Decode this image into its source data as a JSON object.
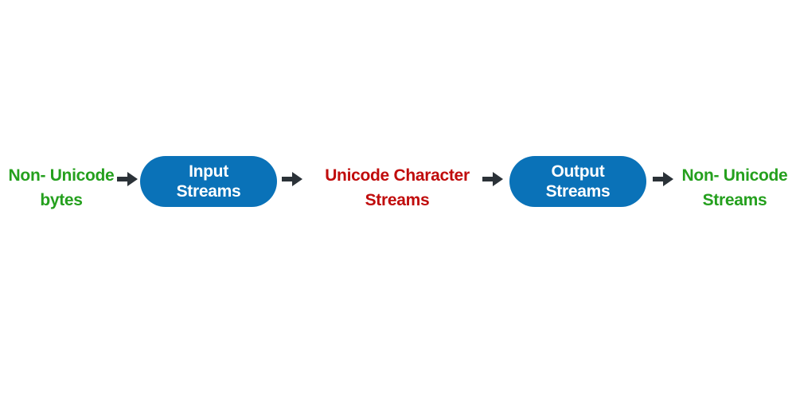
{
  "nodes": [
    {
      "id": "source",
      "lines": [
        "Non- Unicode",
        "bytes"
      ]
    },
    {
      "id": "input",
      "lines": [
        "Input",
        "Streams"
      ]
    },
    {
      "id": "unicode",
      "lines": [
        "Unicode Character",
        "Streams"
      ]
    },
    {
      "id": "output",
      "lines": [
        "Output",
        "Streams"
      ]
    },
    {
      "id": "target",
      "lines": [
        "Non- Unicode",
        "Streams"
      ]
    }
  ],
  "colors": {
    "source_text": "#25a01e",
    "unicode_text": "#c00c0c",
    "pill_fill": "#0a72b8",
    "pill_text": "#ffffff",
    "arrow": "#2b3238"
  },
  "icons": [
    "arrow-right-icon"
  ]
}
